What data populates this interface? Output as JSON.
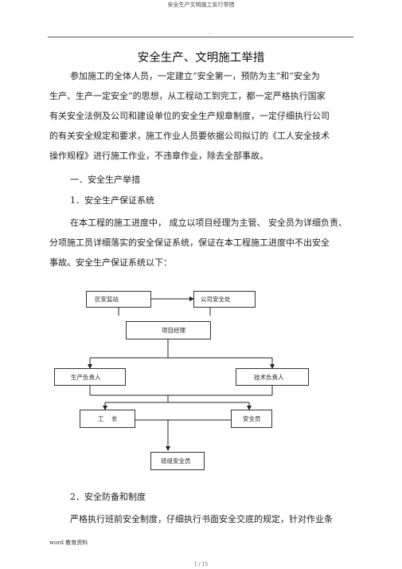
{
  "header": {
    "running_title": "安全生产文明施工实行举措",
    "dots": ". ."
  },
  "doc": {
    "title": "安全生产、文明施工举措",
    "intro_lines": [
      "参加施工的全体人员，一定建立“安全第一，预防为主”和“安全为",
      "生产、生产一定安全”的思想，从工程动工到完工，都一定严格执行国家",
      "有关安全法例及公司和建设单位的安全生产规章制度，一定仔细执行公司",
      "的有关安全规定和要求，施工作业人员要依据公司拟订的《工人安全技术",
      "操作规程》进行施工作业，不违章作业，除去全部事故。"
    ],
    "section1": "一．安全生产举措",
    "sub1": "1．安全生产保证系统",
    "sub1_lines": [
      "在本工程的施工进度中，  成立以项目经理为主管、  安全员为详细负责、",
      "分项施工员详细落实的安全保证系统，保证在本工程施工进度中不出安全",
      "事故。安全生产保证系统以下："
    ],
    "sub2": "2．安全防备和制度",
    "sub2_line": "严格执行班前安全制度，仔细执行书面安全交底的规定，针对作业条"
  },
  "flowchart": {
    "district_station": "区安监站",
    "company_safety": "公司安全处",
    "project_manager": "项目经理",
    "production_lead": "生产负责人",
    "tech_lead": "技术负责人",
    "foreman": "工    长",
    "safety_officer": "安全员",
    "team_safety": "班组安全员"
  },
  "footer": {
    "source": "word 教育资料",
    "page": "1 / 15"
  }
}
